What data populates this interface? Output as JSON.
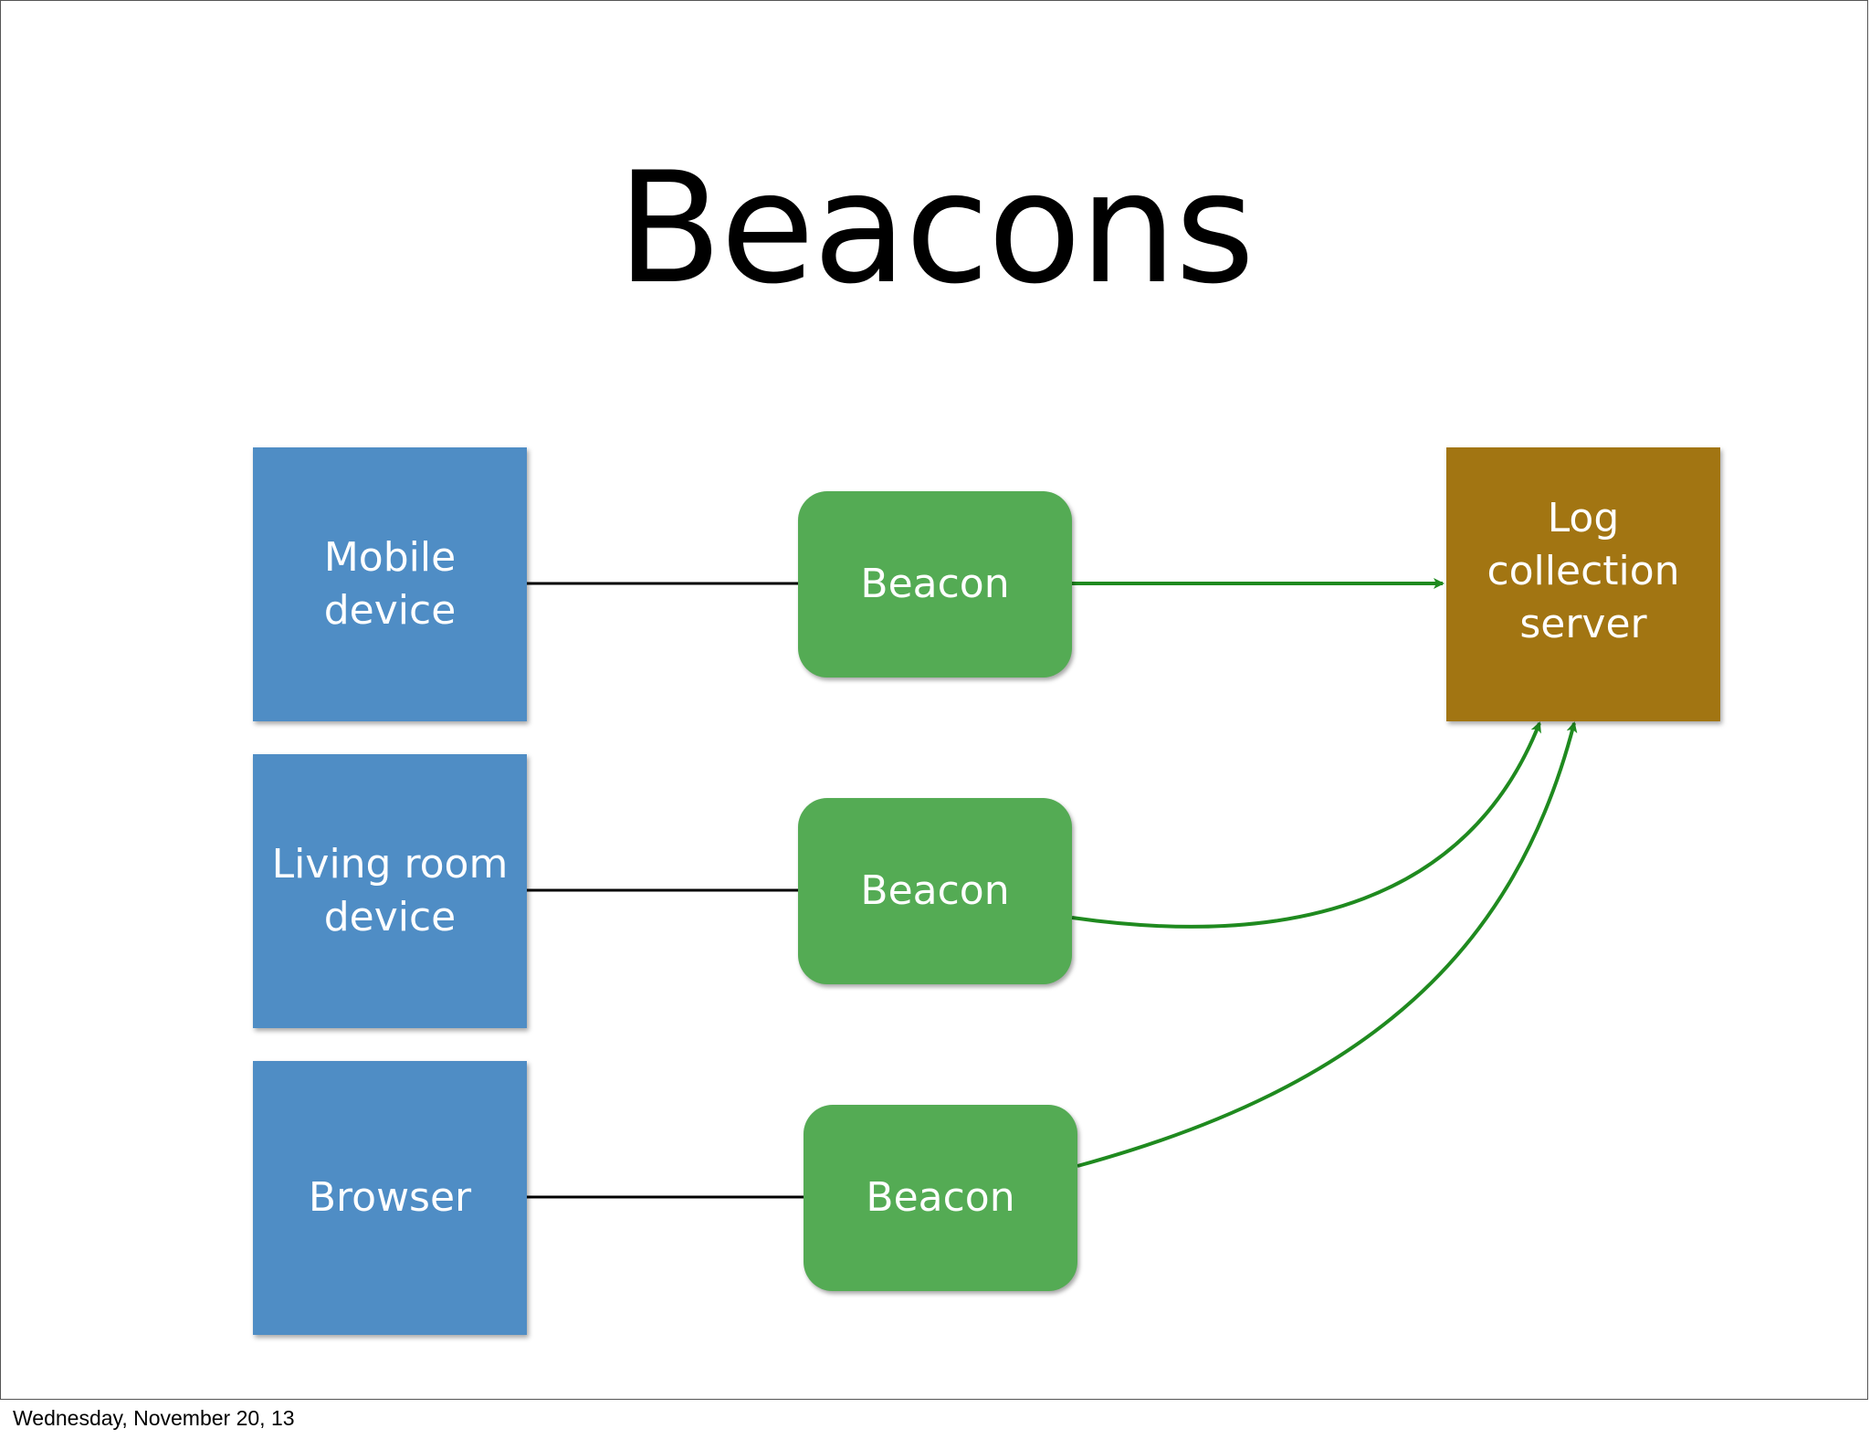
{
  "slide": {
    "title": "Beacons",
    "footer": "Wednesday, November 20, 13"
  },
  "nodes": {
    "mobile_device": "Mobile\ndevice",
    "living_room_device": "Living room\ndevice",
    "browser": "Browser",
    "beacon_1": "Beacon",
    "beacon_2": "Beacon",
    "beacon_3": "Beacon",
    "log_server": "Log\ncollection\nserver"
  },
  "colors": {
    "device": "#4f8dc5",
    "beacon": "#54ab54",
    "server": "#a27512",
    "arrow": "#1f8a1f",
    "link": "#000000"
  }
}
